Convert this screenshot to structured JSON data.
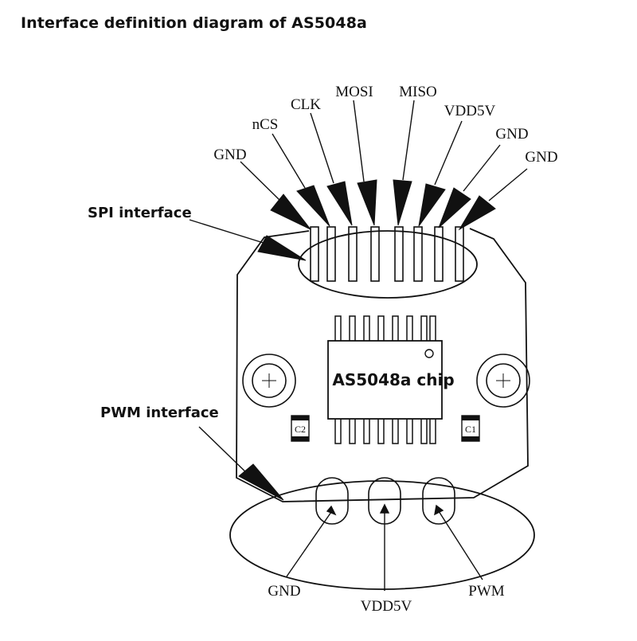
{
  "title": "Interface definition diagram of AS5048a",
  "callouts": {
    "spi": "SPI interface",
    "pwm": "PWM interface",
    "chip": "AS5048a chip"
  },
  "spi_pins": [
    "GND",
    "nCS",
    "CLK",
    "MOSI",
    "MISO",
    "VDD5V",
    "GND",
    "GND"
  ],
  "pwm_pins": [
    "GND",
    "VDD5V",
    "PWM"
  ],
  "components": {
    "c1": "C1",
    "c2": "C2"
  },
  "colors": {
    "ink": "#111111",
    "background": "#ffffff"
  }
}
